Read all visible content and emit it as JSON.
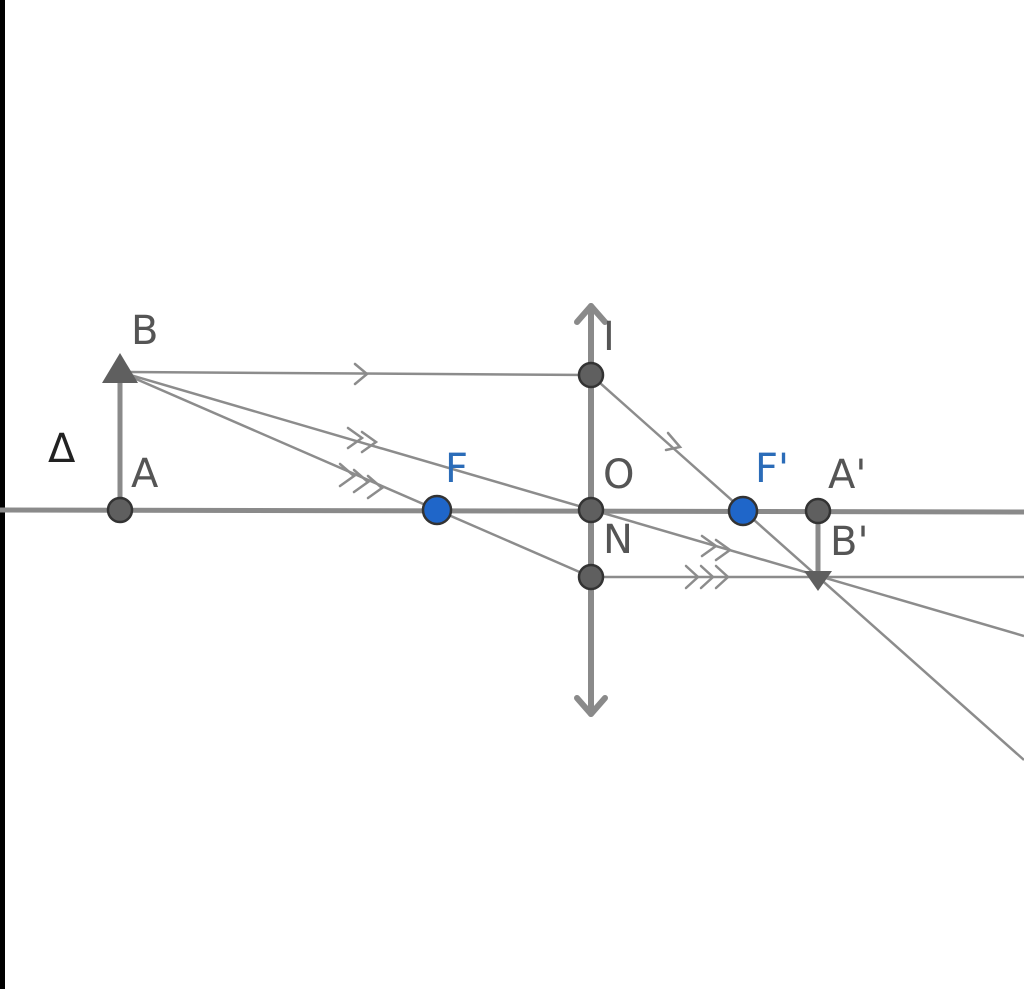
{
  "axis_symbol": "Δ",
  "points": {
    "A": "A",
    "B": "B",
    "F": "F",
    "O": "O",
    "I": "I",
    "N": "N",
    "F_prime": "F'",
    "A_prime": "A'",
    "B_prime": "B'"
  },
  "colors": {
    "ray": "#8c8c8c",
    "axis": "#8a8a8a",
    "point_gray": "#5f5f5f",
    "point_blue": "#1f66c9",
    "label_dark": "#555555",
    "label_blue": "#2b6cb8",
    "left_border": "#000000"
  }
}
